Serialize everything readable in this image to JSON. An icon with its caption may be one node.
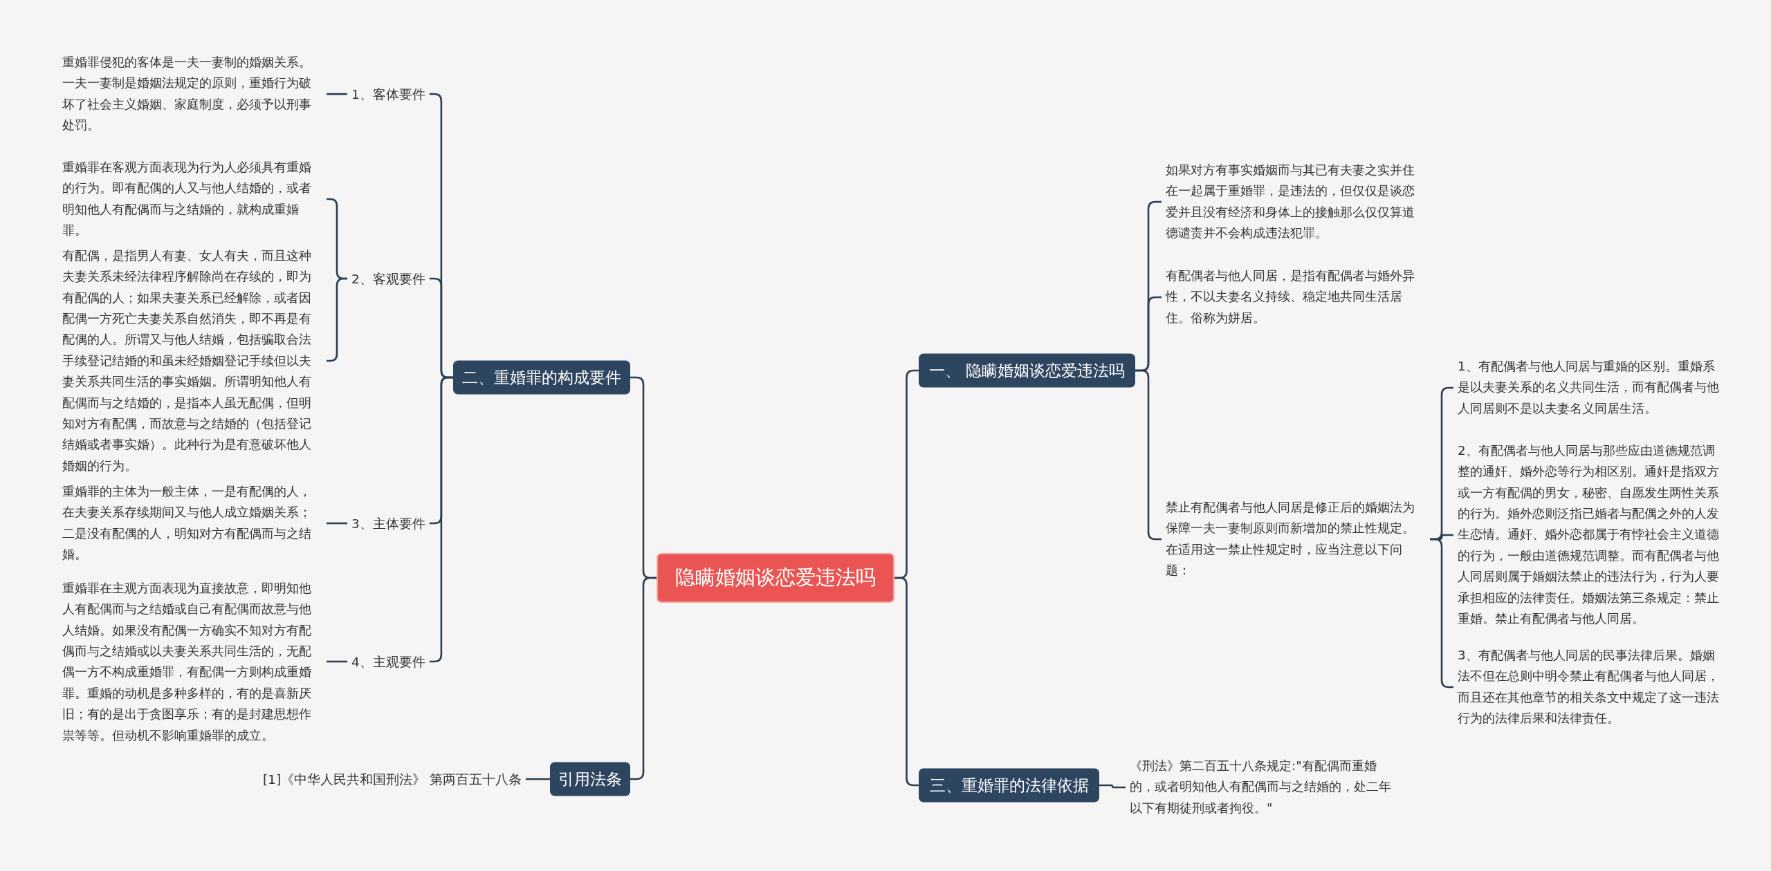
{
  "diagram": {
    "nodes": [
      {
        "text": [
          "隐瞒婚姻谈恋爱违法吗"
        ]
      },
      {
        "text": [
          "二、重婚罪的构成要件"
        ]
      },
      {
        "text": [
          "1、客体要件"
        ]
      },
      {
        "text": [
          "重婚罪侵犯的客体是一夫一妻制的婚姻关系。一夫一妻制是婚姻法规定的原则，重婚行为破坏了社会主义婚姻、家庭制度，必须予以刑事处罚。"
        ]
      },
      {
        "text": [
          "2、客观要件"
        ]
      },
      {
        "text": [
          "重婚罪在客观方面表现为行为人必须具有重婚的行为。即有配偶的人又与他人结婚的，或者明知他人有配偶而与之结婚的，就构成重婚罪。"
        ]
      },
      {
        "text": [
          "有配偶，是指男人有妻、女人有夫，而且这种夫妻关系未经法律程序解除尚在存续的，即为有配偶的人；如果夫妻关系已经解除，或者因配偶一方死亡夫妻关系自然消失，即不再是有配偶的人。所谓又与他人结婚，包括骗取合法手续登记结婚的和虽未经婚姻登记手续但以夫妻关系共同生活的事实婚姻。所谓明知他人有配偶而与之结婚的，是指本人虽无配偶，但明知对方有配偶，而故意与之结婚的（包括登记结婚或者事实婚）。此种行为是有意破坏他人婚姻的行为。"
        ]
      },
      {
        "text": [
          "3、主体要件"
        ]
      },
      {
        "text": [
          "重婚罪的主体为一般主体，一是有配偶的人，在夫妻关系存续期间又与他人成立婚姻关系；二是没有配偶的人，明知对方有配偶而与之结婚。"
        ]
      },
      {
        "text": [
          "4、主观要件"
        ]
      },
      {
        "text": [
          "重婚罪在主观方面表现为直接故意，即明知他人有配偶而与之结婚或自己有配偶而故意与他人结婚。如果没有配偶一方确实不知对方有配偶而与之结婚或以夫妻关系共同生活的，无配偶一方不构成重婚罪，有配偶一方则构成重婚罪。重婚的动机是多种多样的，有的是喜新厌旧；有的是出于贪图享乐；有的是封建思想作祟等等。但动机不影响重婚罪的成立。"
        ]
      },
      {
        "text": [
          "引用法条"
        ]
      },
      {
        "text": [
          "[1]《中华人民共和国刑法》 第两百五十八条"
        ]
      },
      {
        "text": [
          "一、 隐瞒婚姻谈恋爱违法吗"
        ]
      },
      {
        "text": [
          "如果对方有事实婚姻而与其已有夫妻之实并住在一起属于重婚罪，是违法的，但仅仅是谈恋爱并且没有经济和身体上的接触那么仅仅算道德谴责并不会构成违法犯罪。"
        ]
      },
      {
        "text": [
          "有配偶者与他人同居，是指有配偶者与婚外异性，不以夫妻名义持续、稳定地共同生活居住。俗称为姘居。"
        ]
      },
      {
        "text": [
          "禁止有配偶者与他人同居是修正后的婚姻法为保障一夫一妻制原则而新增加的禁止性规定。在适用这一禁止性规定时，应当注意以下问题："
        ]
      },
      {
        "text": [
          "1、有配偶者与他人同居与重婚的区别。重婚系是以夫妻关系的名义共同生活，而有配偶者与他人同居则不是以夫妻名义同居生活。"
        ]
      },
      {
        "text": [
          "2、有配偶者与他人同居与那些应由道德规范调整的通奸、婚外恋等行为相区别。通奸是指双方或一方有配偶的男女，秘密、自愿发生两性关系的行为。婚外恋则泛指已婚者与配偶之外的人发生恋情。通奸、婚外恋都属于有悖社会主义道德的行为，一般由道德规范调整。而有配偶者与他人同居则属于婚姻法禁止的违法行为，行为人要承担相应的法律责任。婚姻法第三条规定：禁止重婚。禁止有配偶者与他人同居。"
        ]
      },
      {
        "text": [
          "3、有配偶者与他人同居的民事法律后果。婚姻法不但在总则中明令禁止有配偶者与他人同居，而且还在其他章节的相关条文中规定了这一违法行为的法律后果和法律责任。"
        ]
      },
      {
        "text": [
          "三、重婚罪的法律依据"
        ]
      },
      {
        "text": [
          "《刑法》第二百五十八条规定:\"有配偶而重婚的，或者明知他人有配偶而与之结婚的，处二年以下有期徒刑或者拘役。\""
        ]
      }
    ],
    "edges": [
      {
        "from": 0,
        "to": 1,
        "arrow": "none"
      },
      {
        "from": 1,
        "to": 2,
        "arrow": "none"
      },
      {
        "from": 2,
        "to": 3,
        "arrow": "none"
      },
      {
        "from": 1,
        "to": 4,
        "arrow": "none"
      },
      {
        "from": 4,
        "to": 5,
        "arrow": "none"
      },
      {
        "from": 4,
        "to": 6,
        "arrow": "none"
      },
      {
        "from": 1,
        "to": 7,
        "arrow": "none"
      },
      {
        "from": 7,
        "to": 8,
        "arrow": "none"
      },
      {
        "from": 1,
        "to": 9,
        "arrow": "none"
      },
      {
        "from": 9,
        "to": 10,
        "arrow": "none"
      },
      {
        "from": 0,
        "to": 11,
        "arrow": "none"
      },
      {
        "from": 11,
        "to": 12,
        "arrow": "none"
      },
      {
        "from": 0,
        "to": 13,
        "arrow": "none"
      },
      {
        "from": 13,
        "to": 14,
        "arrow": "none"
      },
      {
        "from": 13,
        "to": 15,
        "arrow": "none"
      },
      {
        "from": 13,
        "to": 16,
        "arrow": "none"
      },
      {
        "from": 16,
        "to": 17,
        "arrow": "none"
      },
      {
        "from": 16,
        "to": 18,
        "arrow": "none"
      },
      {
        "from": 16,
        "to": 19,
        "arrow": "none"
      },
      {
        "from": 0,
        "to": 20,
        "arrow": "none"
      },
      {
        "from": 20,
        "to": 21,
        "arrow": "none"
      }
    ]
  }
}
